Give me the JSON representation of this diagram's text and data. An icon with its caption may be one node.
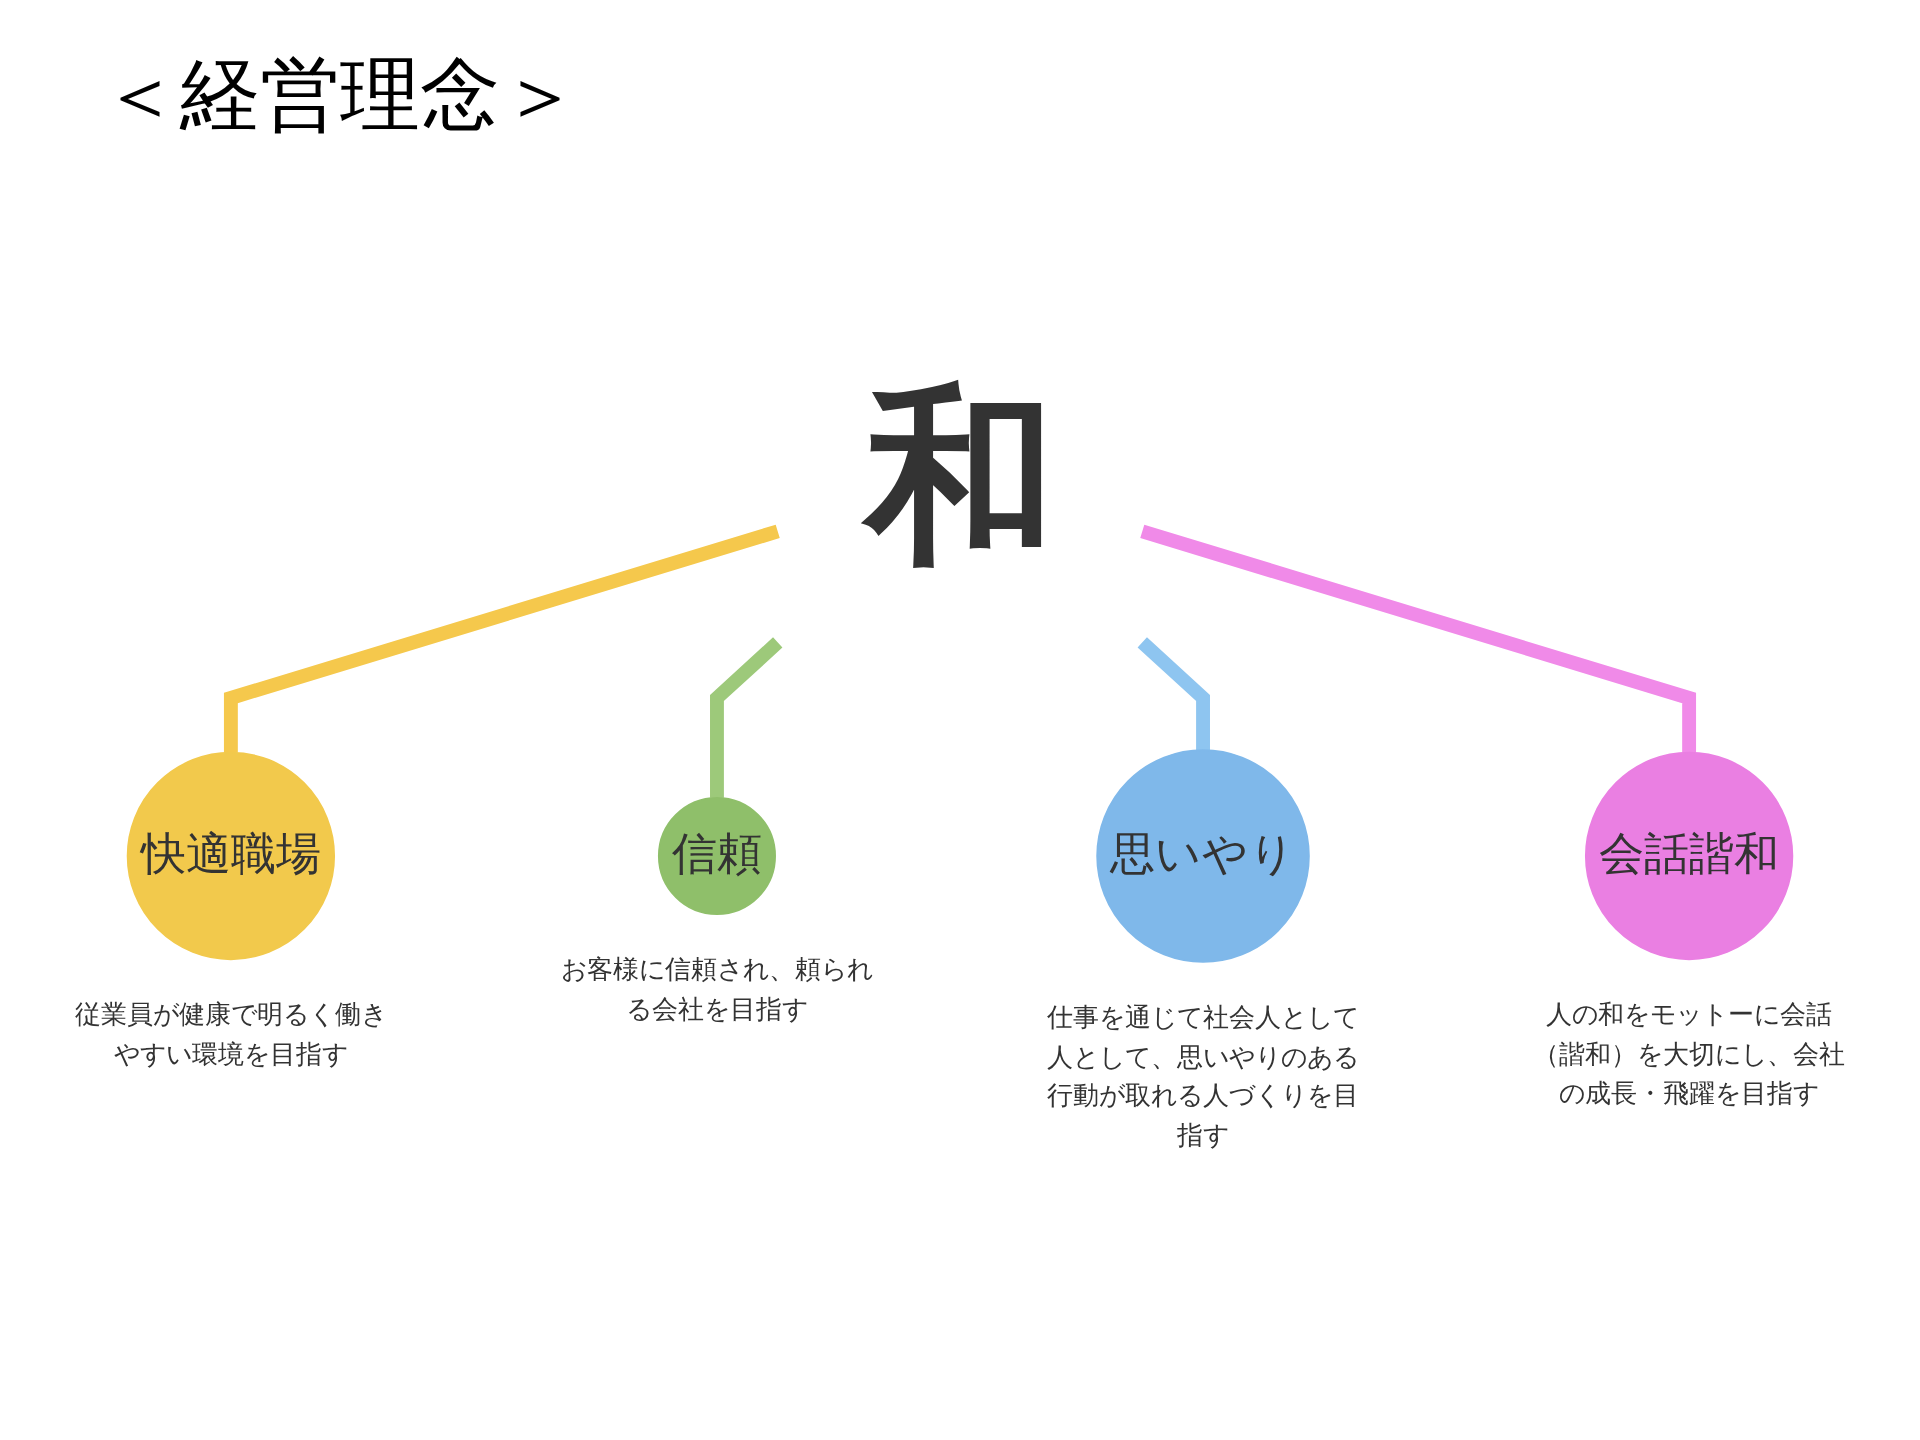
{
  "diagram": {
    "title": "＜経営理念＞",
    "nodes": [
      {
        "text": [
          "和"
        ]
      },
      {
        "text": [
          "快適職場"
        ],
        "beside": [
          "従業員が健康で明るく働きやすい環境を目指す"
        ]
      },
      {
        "text": [
          "信頼"
        ],
        "beside": [
          "お客様に信頼され、頼られる会社を目指す"
        ]
      },
      {
        "text": [
          "思いやり"
        ],
        "beside": [
          "仕事を通じて社会人として人として、思いやりのある行動が取れる人づくりを目指す"
        ]
      },
      {
        "text": [
          "会話諧和"
        ],
        "beside": [
          "人の和をモットーに会話（諧和）を大切にし、会社の成長・飛躍を目指す"
        ]
      }
    ],
    "edges": [
      {
        "from": 0,
        "to": 1,
        "arrow": "none",
        "color": "#f5c84c"
      },
      {
        "from": 0,
        "to": 2,
        "arrow": "none",
        "color": "#9dc97a"
      },
      {
        "from": 0,
        "to": 3,
        "arrow": "none",
        "color": "#8ec5f0"
      },
      {
        "from": 0,
        "to": 4,
        "arrow": "none",
        "color": "#f08ae8"
      }
    ]
  }
}
